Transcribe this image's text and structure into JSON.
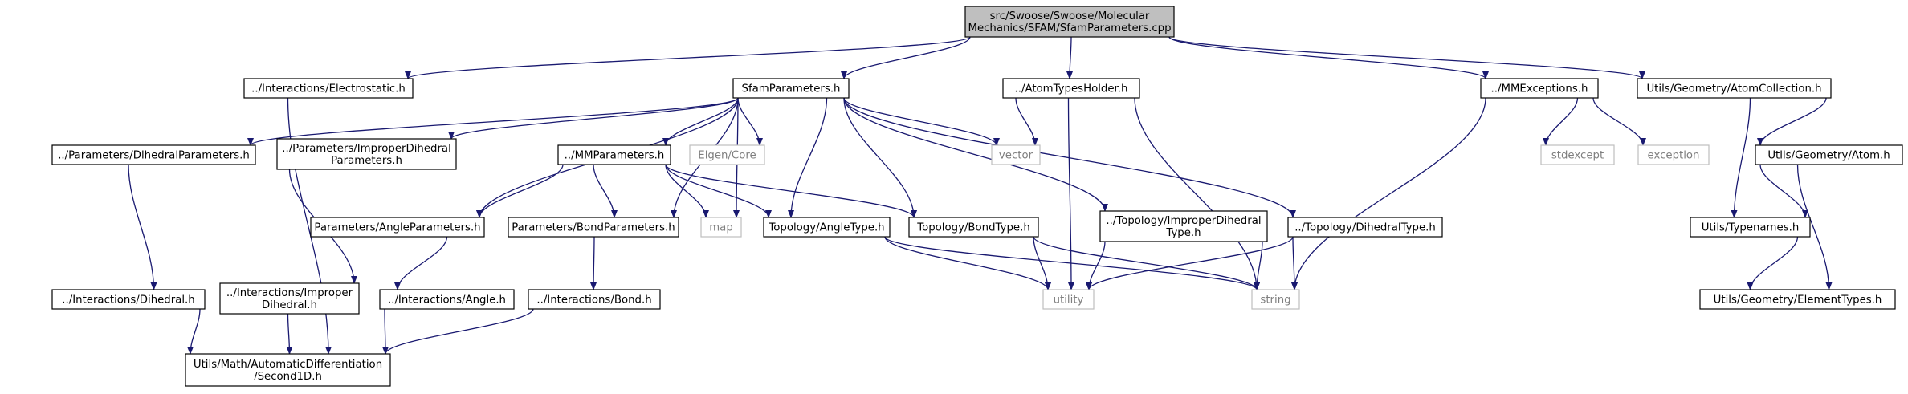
{
  "colors": {
    "edge": "#191970",
    "box_border": "#000000",
    "box_border_external": "#bfbfbf",
    "root_fill": "#bfbfbf",
    "text": "#000000",
    "text_external": "#7f7f7f"
  },
  "nodes": {
    "root": {
      "lines": [
        "src/Swoose/Swoose/Molecular",
        "Mechanics/SFAM/SfamParameters.cpp"
      ],
      "kind": "root"
    },
    "electrostatic": {
      "lines": [
        "../Interactions/Electrostatic.h"
      ],
      "kind": "file"
    },
    "sfam_parameters": {
      "lines": [
        "SfamParameters.h"
      ],
      "kind": "file"
    },
    "atom_types_holder": {
      "lines": [
        "../AtomTypesHolder.h"
      ],
      "kind": "file"
    },
    "mm_exceptions": {
      "lines": [
        "../MMExceptions.h"
      ],
      "kind": "file"
    },
    "atom_collection": {
      "lines": [
        "Utils/Geometry/AtomCollection.h"
      ],
      "kind": "file"
    },
    "dihedral_parameters": {
      "lines": [
        "../Parameters/DihedralParameters.h"
      ],
      "kind": "file"
    },
    "improper_dihedral_parameters": {
      "lines": [
        "../Parameters/ImproperDihedral",
        "Parameters.h"
      ],
      "kind": "file"
    },
    "mm_parameters": {
      "lines": [
        "../MMParameters.h"
      ],
      "kind": "file"
    },
    "eigen_core": {
      "lines": [
        "Eigen/Core"
      ],
      "kind": "external"
    },
    "vector": {
      "lines": [
        "vector"
      ],
      "kind": "external"
    },
    "stdexcept": {
      "lines": [
        "stdexcept"
      ],
      "kind": "external"
    },
    "exception": {
      "lines": [
        "exception"
      ],
      "kind": "external"
    },
    "atom": {
      "lines": [
        "Utils/Geometry/Atom.h"
      ],
      "kind": "file"
    },
    "angle_parameters": {
      "lines": [
        "Parameters/AngleParameters.h"
      ],
      "kind": "file"
    },
    "bond_parameters": {
      "lines": [
        "Parameters/BondParameters.h"
      ],
      "kind": "file"
    },
    "map": {
      "lines": [
        "map"
      ],
      "kind": "external"
    },
    "angle_type": {
      "lines": [
        "Topology/AngleType.h"
      ],
      "kind": "file"
    },
    "bond_type": {
      "lines": [
        "Topology/BondType.h"
      ],
      "kind": "file"
    },
    "improper_dihedral_type": {
      "lines": [
        "../Topology/ImproperDihedral",
        "Type.h"
      ],
      "kind": "file"
    },
    "dihedral_type": {
      "lines": [
        "../Topology/DihedralType.h"
      ],
      "kind": "file"
    },
    "typenames": {
      "lines": [
        "Utils/Typenames.h"
      ],
      "kind": "file"
    },
    "dihedral": {
      "lines": [
        "../Interactions/Dihedral.h"
      ],
      "kind": "file"
    },
    "improper_dihedral": {
      "lines": [
        "../Interactions/Improper",
        "Dihedral.h"
      ],
      "kind": "file"
    },
    "angle": {
      "lines": [
        "../Interactions/Angle.h"
      ],
      "kind": "file"
    },
    "bond": {
      "lines": [
        "../Interactions/Bond.h"
      ],
      "kind": "file"
    },
    "utility": {
      "lines": [
        "utility"
      ],
      "kind": "external"
    },
    "string": {
      "lines": [
        "string"
      ],
      "kind": "external"
    },
    "element_types": {
      "lines": [
        "Utils/Geometry/ElementTypes.h"
      ],
      "kind": "file"
    },
    "second1d": {
      "lines": [
        "Utils/Math/AutomaticDifferentiation",
        "/Second1D.h"
      ],
      "kind": "file"
    }
  },
  "edges": [
    [
      "root",
      "electrostatic"
    ],
    [
      "root",
      "sfam_parameters"
    ],
    [
      "root",
      "atom_types_holder"
    ],
    [
      "root",
      "mm_exceptions"
    ],
    [
      "root",
      "atom_collection"
    ],
    [
      "electrostatic",
      "second1d"
    ],
    [
      "sfam_parameters",
      "dihedral_parameters"
    ],
    [
      "sfam_parameters",
      "improper_dihedral_parameters"
    ],
    [
      "sfam_parameters",
      "mm_parameters"
    ],
    [
      "sfam_parameters",
      "eigen_core"
    ],
    [
      "sfam_parameters",
      "vector"
    ],
    [
      "sfam_parameters",
      "angle_parameters"
    ],
    [
      "sfam_parameters",
      "bond_parameters"
    ],
    [
      "sfam_parameters",
      "map"
    ],
    [
      "sfam_parameters",
      "angle_type"
    ],
    [
      "sfam_parameters",
      "bond_type"
    ],
    [
      "sfam_parameters",
      "improper_dihedral_type"
    ],
    [
      "sfam_parameters",
      "dihedral_type"
    ],
    [
      "atom_types_holder",
      "vector"
    ],
    [
      "atom_types_holder",
      "utility"
    ],
    [
      "atom_types_holder",
      "string"
    ],
    [
      "mm_exceptions",
      "stdexcept"
    ],
    [
      "mm_exceptions",
      "exception"
    ],
    [
      "mm_exceptions",
      "string"
    ],
    [
      "atom_collection",
      "atom"
    ],
    [
      "atom_collection",
      "typenames"
    ],
    [
      "atom",
      "typenames"
    ],
    [
      "atom",
      "element_types"
    ],
    [
      "typenames",
      "element_types"
    ],
    [
      "dihedral_parameters",
      "dihedral"
    ],
    [
      "improper_dihedral_parameters",
      "improper_dihedral"
    ],
    [
      "mm_parameters",
      "angle_parameters"
    ],
    [
      "mm_parameters",
      "bond_parameters"
    ],
    [
      "mm_parameters",
      "map"
    ],
    [
      "mm_parameters",
      "angle_type"
    ],
    [
      "mm_parameters",
      "bond_type"
    ],
    [
      "angle_parameters",
      "angle"
    ],
    [
      "bond_parameters",
      "bond"
    ],
    [
      "angle_type",
      "utility"
    ],
    [
      "angle_type",
      "string"
    ],
    [
      "bond_type",
      "utility"
    ],
    [
      "bond_type",
      "string"
    ],
    [
      "improper_dihedral_type",
      "utility"
    ],
    [
      "improper_dihedral_type",
      "string"
    ],
    [
      "dihedral_type",
      "utility"
    ],
    [
      "dihedral_type",
      "string"
    ],
    [
      "dihedral",
      "second1d"
    ],
    [
      "improper_dihedral",
      "second1d"
    ],
    [
      "angle",
      "second1d"
    ],
    [
      "bond",
      "second1d"
    ]
  ]
}
